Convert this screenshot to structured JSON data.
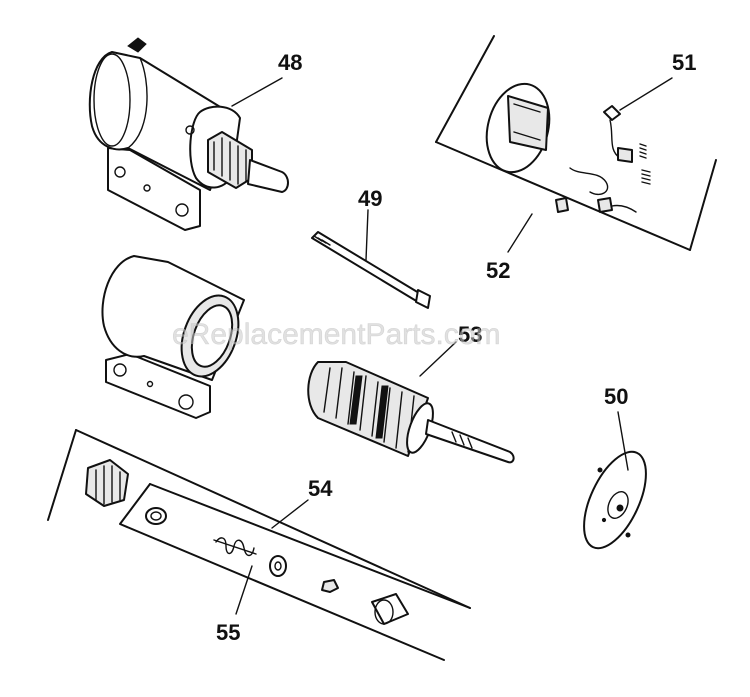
{
  "diagram": {
    "watermark": "eReplacementParts.com",
    "part_numbers": {
      "starter_motor": "48",
      "through_bolt": "49",
      "end_cap": "50",
      "brush_kit": "51",
      "brush_holder_assembly": "52",
      "armature": "53",
      "drive_kit": "54",
      "drive_components": "55"
    }
  },
  "colors": {
    "ink": "#111111",
    "paper": "#ffffff",
    "watermark": "#c8c8c8"
  }
}
